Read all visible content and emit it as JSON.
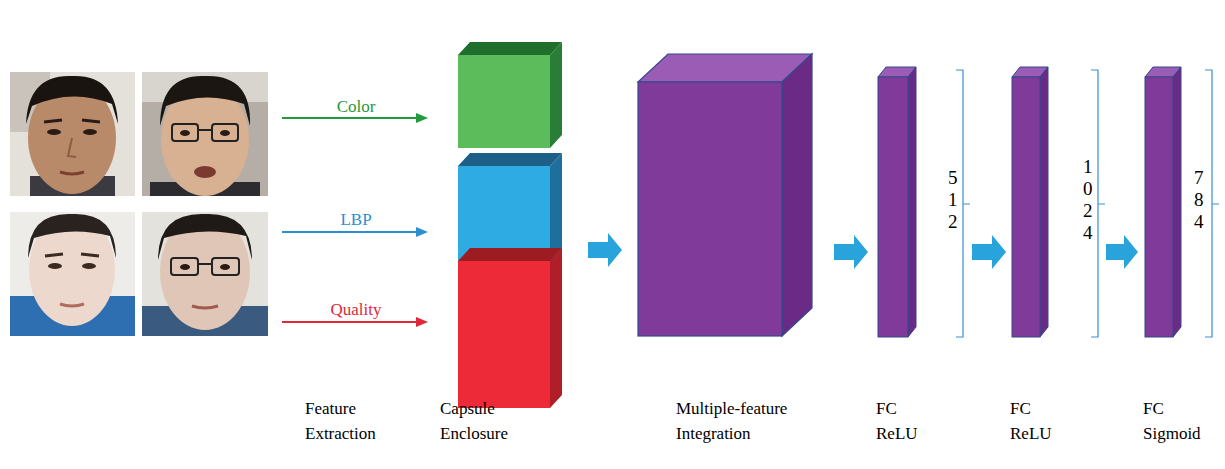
{
  "diagram": {
    "labels": [
      "Color",
      "LBP",
      "Quality",
      "512",
      "1024",
      "784",
      "Feature Extraction",
      "Capsule Enclosure",
      "Multiple-feature Integration",
      "FC ReLU",
      "FC ReLU",
      "FC Sigmoid"
    ]
  }
}
